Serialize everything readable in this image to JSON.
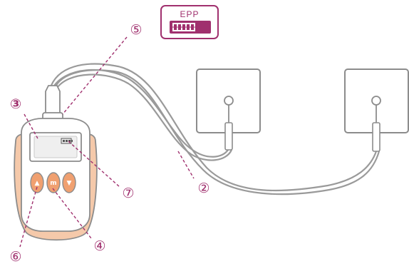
{
  "diagram": {
    "callouts": [
      {
        "id": "2",
        "label": "②"
      },
      {
        "id": "3",
        "label": "③"
      },
      {
        "id": "4",
        "label": "④"
      },
      {
        "id": "5",
        "label": "⑤"
      },
      {
        "id": "6",
        "label": "⑥"
      },
      {
        "id": "7",
        "label": "⑦"
      }
    ],
    "epp_badge": {
      "label": "EPP"
    },
    "device": {
      "buttons": [
        {
          "glyph": "▲",
          "icon": "up-arrow-icon"
        },
        {
          "glyph": "m",
          "icon": "mode-m-icon"
        },
        {
          "glyph": "▼",
          "icon": "down-arrow-icon"
        }
      ],
      "battery_icon": "battery-icon"
    },
    "sockets": [
      {
        "name": "socket-1"
      },
      {
        "name": "socket-2"
      }
    ],
    "colors": {
      "accent": "#a0306e",
      "outline": "#8c8c8c",
      "orange": "#f0a070",
      "peach": "#f5c9aa",
      "cable": "#9a9a9a"
    }
  }
}
